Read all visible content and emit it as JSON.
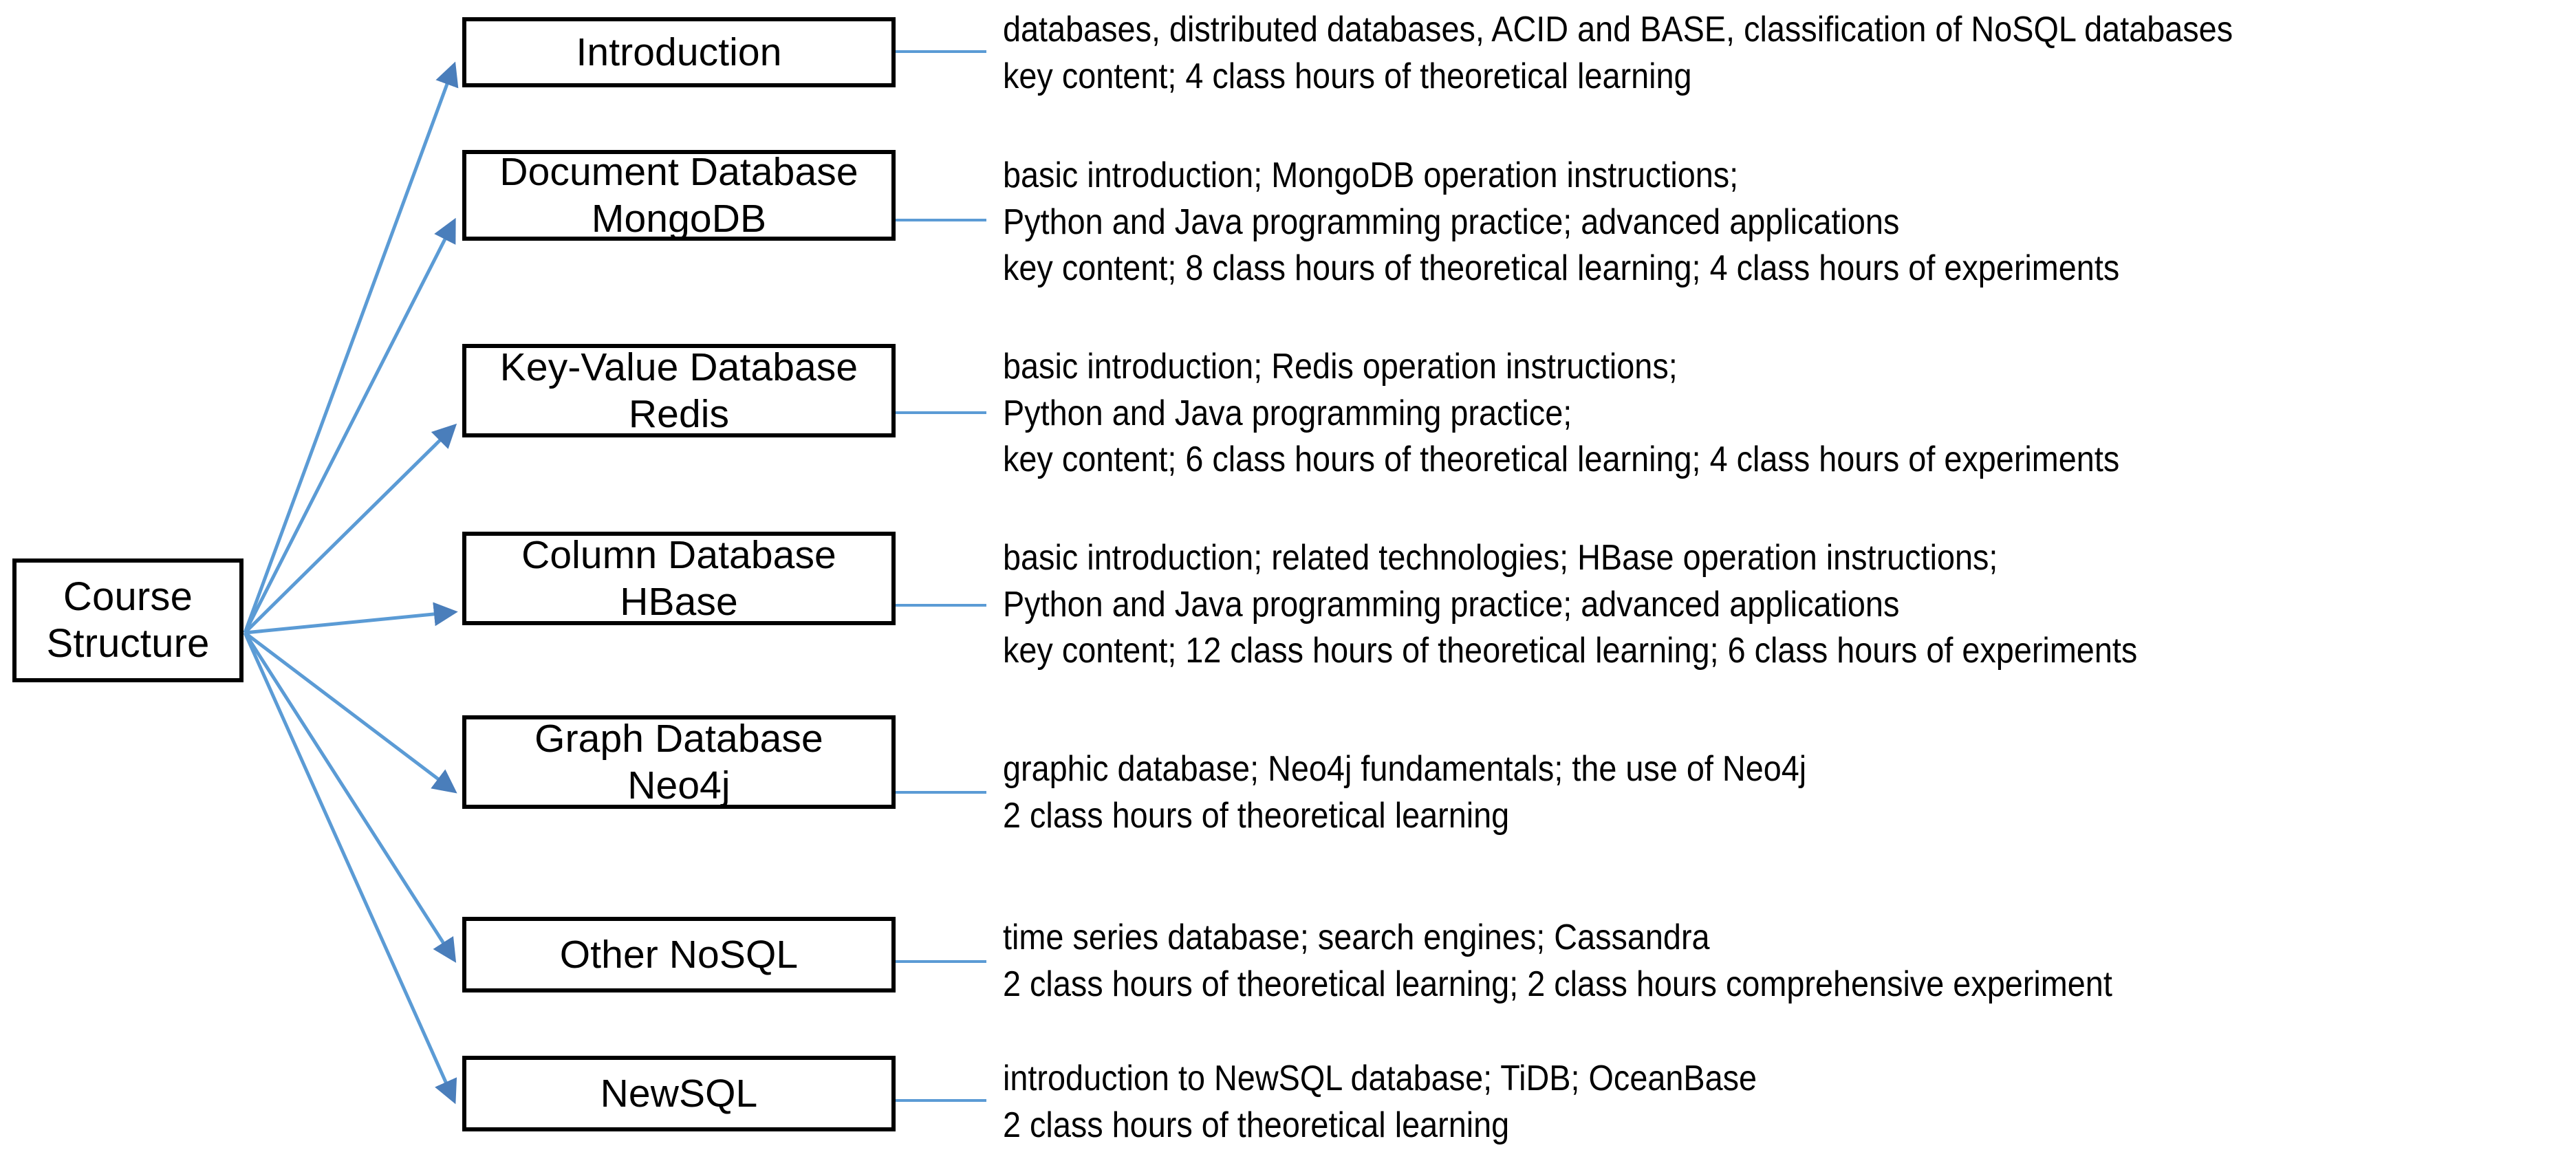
{
  "diagram": {
    "title": "Course Structure",
    "root": {
      "label": "Course\nStructure"
    },
    "accent_color": "#5B9BD5",
    "node_border_color": "#000000",
    "background_color": "#FFFFFF",
    "branches": [
      {
        "label": "Introduction",
        "detail": "databases, distributed databases, ACID and BASE, classification of NoSQL databases\nkey content; 4 class hours of theoretical learning"
      },
      {
        "label": "Document Database\nMongoDB",
        "detail": "basic introduction; MongoDB operation instructions;\nPython and Java programming practice; advanced applications\nkey content; 8 class hours of theoretical learning; 4 class hours of experiments"
      },
      {
        "label": "Key-Value Database\nRedis",
        "detail": "basic introduction; Redis operation instructions;\nPython and Java programming practice;\nkey content; 6 class hours of theoretical learning; 4 class hours of experiments"
      },
      {
        "label": "Column Database\nHBase",
        "detail": "basic introduction; related technologies; HBase operation instructions;\nPython and Java programming practice; advanced applications\nkey content; 12 class hours of theoretical learning; 6 class hours of experiments"
      },
      {
        "label": "Graph Database\nNeo4j",
        "detail": "graphic database; Neo4j fundamentals; the use of Neo4j\n2 class hours of theoretical learning"
      },
      {
        "label": "Other NoSQL",
        "detail": "time series database; search engines; Cassandra\n2 class hours of theoretical learning; 2 class hours comprehensive experiment"
      },
      {
        "label": "NewSQL",
        "detail": "introduction to NewSQL database; TiDB; OceanBase\n2 class hours of theoretical learning"
      }
    ]
  }
}
